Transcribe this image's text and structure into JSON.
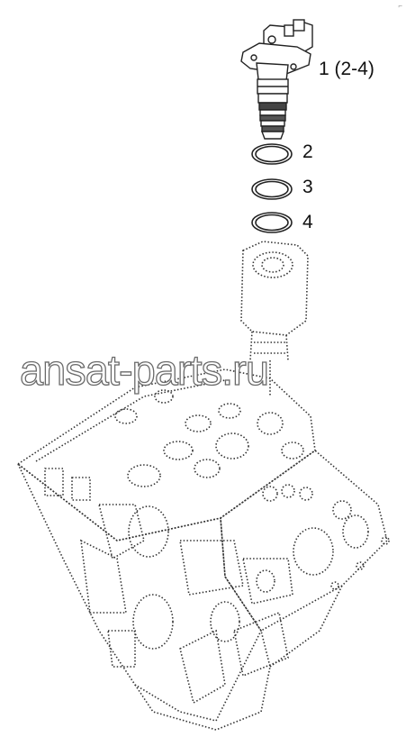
{
  "callouts": {
    "c1": "1 (2-4)",
    "c2": "2",
    "c3": "3",
    "c4": "4"
  },
  "watermark": "ansat-parts.ru",
  "corner_mark": "⌐",
  "parts": [
    {
      "id": "1",
      "name": "injection-pump-unit"
    },
    {
      "id": "2",
      "name": "o-ring-upper"
    },
    {
      "id": "3",
      "name": "o-ring-middle"
    },
    {
      "id": "4",
      "name": "o-ring-lower"
    }
  ],
  "colors": {
    "line": "#222222",
    "dotted": "#333333",
    "background": "#ffffff"
  }
}
